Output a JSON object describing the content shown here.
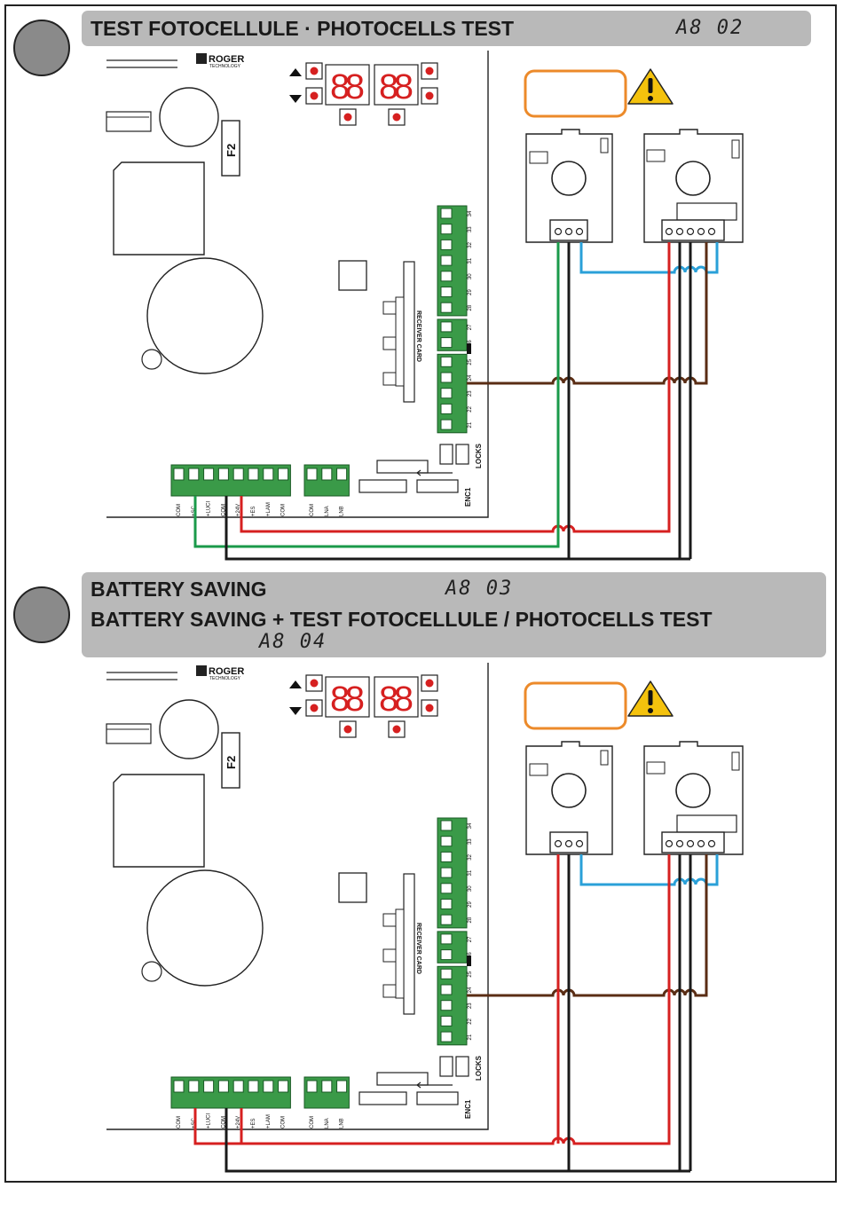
{
  "section1": {
    "title": "TEST FOTOCELLULE · PHOTOCELLS TEST",
    "code": "A8 02"
  },
  "section2": {
    "title_line1": "BATTERY SAVING",
    "code1": "A8 03",
    "title_line2": "BATTERY SAVING + TEST FOTOCELLULE / PHOTOCELLS TEST",
    "code2": "A8 04"
  },
  "board": {
    "brand": "ROGER",
    "brand_sub": "TECHNOLOGY",
    "fuse_label": "F2",
    "receiver_label": "RECEIVER CARD",
    "locks_label": "LOCKS",
    "enc_label": "ENC1",
    "display_digits": "88",
    "right_terminals": [
      "34",
      "33",
      "32",
      "31",
      "30",
      "29",
      "28",
      "27",
      "26",
      "25",
      "24",
      "23",
      "22",
      "21"
    ],
    "bottom_terminals": [
      "COM",
      "+SC",
      "+LUCI",
      "COM",
      "+24V",
      "+ES",
      "+LAM",
      "COM"
    ],
    "bottom_terminals_b": [
      "COM",
      "LNA",
      "LNB"
    ]
  },
  "colors": {
    "banner": "#b9b9b9",
    "green_wire": "#1a9a4a",
    "red_wire": "#d62020",
    "black_wire": "#1a1a1a",
    "brown_wire": "#5a2d14",
    "blue_wire": "#2aa0d8",
    "warning": "#f4c20d",
    "orange_box": "#ec8a2a",
    "terminal_green": "#3a9a48"
  },
  "icons": [
    "warning-icon",
    "arrow-up-icon",
    "arrow-down-icon"
  ]
}
